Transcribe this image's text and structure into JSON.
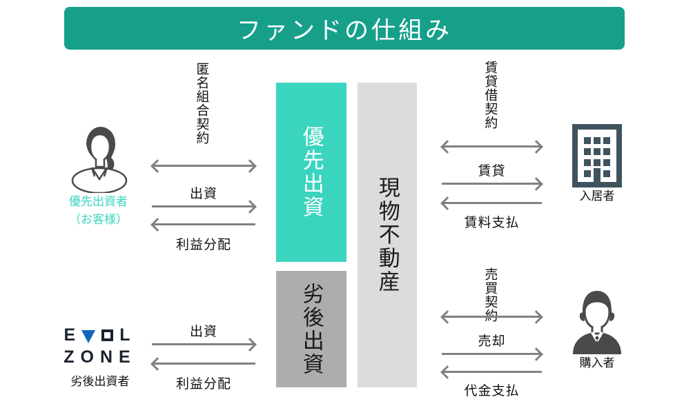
{
  "header": {
    "title": "ファンドの仕組み",
    "bg_color": "#16a08a"
  },
  "bars": {
    "senior": {
      "label": "優先出資",
      "color": "#3bd4be",
      "text_color": "#ffffff"
    },
    "subordinate": {
      "label": "劣後出資",
      "color": "#adadad",
      "text_color": "#1a1a1a"
    },
    "property": {
      "label": "現物不動産",
      "color": "#dcdcdc",
      "text_color": "#1a1a1a"
    }
  },
  "actors": {
    "senior_investor": {
      "icon": "female-avatar-icon",
      "label_line1": "優先出資者",
      "label_line2": "（お客様）",
      "label_color": "#3bd4be"
    },
    "subordinate_investor": {
      "logo_line1": "EVOL",
      "logo_line2": "ZONE",
      "label": "劣後出資者"
    },
    "tenant": {
      "icon": "building-icon",
      "label": "入居者"
    },
    "buyer": {
      "icon": "businessman-icon",
      "label": "購入者"
    }
  },
  "flows": {
    "senior_contract": "匿名組合契約",
    "senior_investment": "出資",
    "senior_profit": "利益分配",
    "subordinate_investment": "出資",
    "subordinate_profit": "利益分配",
    "lease_contract": "賃貸借契約",
    "lease": "賃貸",
    "rent_payment": "賃料支払",
    "sale_contract": "売買契約",
    "sale": "売却",
    "sale_payment": "代金支払"
  }
}
